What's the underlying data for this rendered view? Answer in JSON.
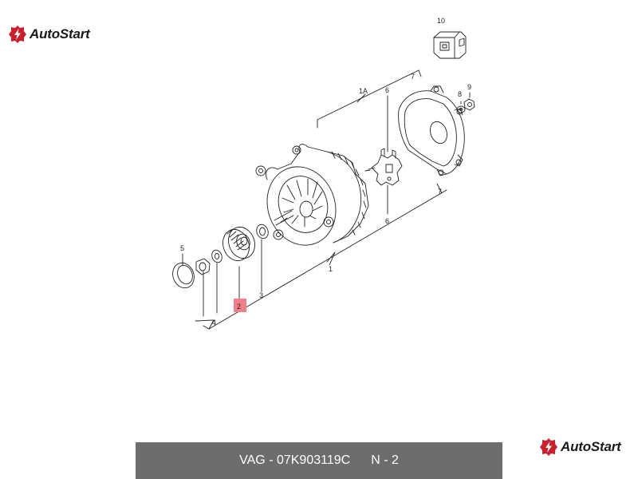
{
  "brand": {
    "name": "AutoStart",
    "color": "#c8202c",
    "icon": "autostart-gear-logo-icon"
  },
  "callouts": {
    "c1": "1",
    "c1A": "1A",
    "c2": "2",
    "c3": "3",
    "c4": "4",
    "c5": "5",
    "c6a": "6",
    "c6b": "6",
    "c7a": "7",
    "c7b": "7",
    "c8": "8",
    "c9": "9",
    "c10": "10"
  },
  "highlight_color": "#f07f8a",
  "footer": {
    "part": "VAG - 07K903119C",
    "position": "N - 2"
  }
}
